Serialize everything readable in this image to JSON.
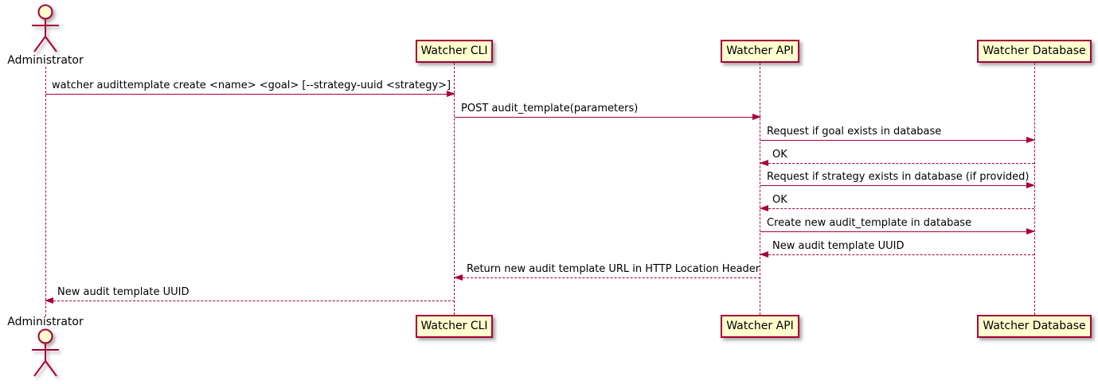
{
  "colors": {
    "accent": "#A80036",
    "participant_fill": "#FEFECE",
    "text": "#000000",
    "background": "#FFFFFF"
  },
  "actor": {
    "label": "Administrator"
  },
  "participants": [
    {
      "id": "watcher-cli",
      "label": "Watcher CLI"
    },
    {
      "id": "watcher-api",
      "label": "Watcher API"
    },
    {
      "id": "watcher-database",
      "label": "Watcher Database"
    }
  ],
  "messages": [
    {
      "from": "Administrator",
      "to": "Watcher CLI",
      "line": "solid",
      "text": "watcher audittemplate create <name> <goal> [--strategy-uuid <strategy>]"
    },
    {
      "from": "Watcher CLI",
      "to": "Watcher API",
      "line": "solid",
      "text": "POST audit_template(parameters)"
    },
    {
      "from": "Watcher API",
      "to": "Watcher Database",
      "line": "solid",
      "text": "Request if goal exists in database"
    },
    {
      "from": "Watcher Database",
      "to": "Watcher API",
      "line": "dashed",
      "text": "OK"
    },
    {
      "from": "Watcher API",
      "to": "Watcher Database",
      "line": "solid",
      "text": "Request if strategy exists in database (if provided)"
    },
    {
      "from": "Watcher Database",
      "to": "Watcher API",
      "line": "dashed",
      "text": "OK"
    },
    {
      "from": "Watcher API",
      "to": "Watcher Database",
      "line": "solid",
      "text": "Create new audit_template in database"
    },
    {
      "from": "Watcher Database",
      "to": "Watcher API",
      "line": "dashed",
      "text": "New audit template UUID"
    },
    {
      "from": "Watcher API",
      "to": "Watcher CLI",
      "line": "dashed",
      "text": "Return new audit template URL in HTTP Location Header"
    },
    {
      "from": "Watcher CLI",
      "to": "Administrator",
      "line": "dashed",
      "text": "New audit template UUID"
    }
  ]
}
